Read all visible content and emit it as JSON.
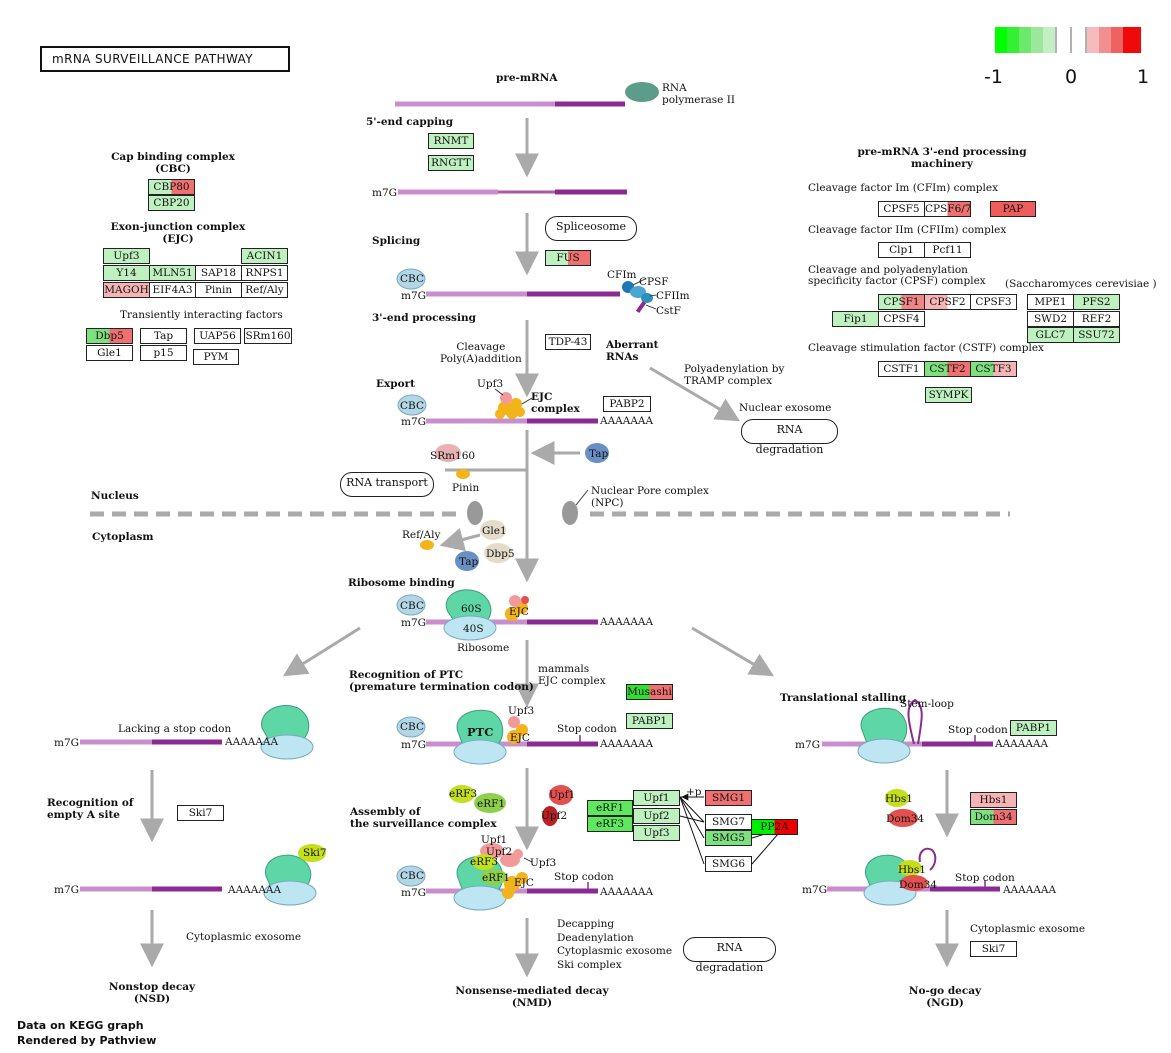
{
  "title": "mRNA SURVEILLANCE PATHWAY",
  "legend": {
    "min": "-1",
    "mid": "0",
    "max": "1",
    "colors": [
      "#00ff00",
      "#33f033",
      "#5fe85f",
      "#8ae38a",
      "#b0e8b0",
      "#ffffff",
      "#ffffff",
      "#f4b0b0",
      "#f08585",
      "#ef5c5c",
      "#f02d2d",
      "#ee0000"
    ]
  },
  "colors": {
    "green_light": "#bff0bf",
    "green_mid": "#7fe07f",
    "red_light": "#f5b5b5",
    "red_mid": "#ef7070",
    "purple_dark": "#8b2a90",
    "purple_light": "#c98fcc",
    "ribosome": "#5fd6a6",
    "ribosome_blue": "#bde6f2",
    "arrow": "#aaaaaa"
  },
  "labels": {
    "pre_mrna": "pre-mRNA",
    "rna_pol": "RNA\npolymerase II",
    "capping": "5'-end capping",
    "m7g": "m7G",
    "splicing": "Splicing",
    "spliceosome": "Spliceosome",
    "three_end": "3'-end processing",
    "cfim": "CFIm",
    "cpsf": "CPSF",
    "cfiim": "CFIIm",
    "cstf": "CstF",
    "cbc": "CBC",
    "cleavage": "Cleavage\nPoly(A)addition",
    "aberrant": "Aberrant\nRNAs",
    "polyad": "Polyadenylation by\nTRAMP complex",
    "nuclear_exosome": "Nuclear exosome",
    "rna_degradation": "RNA degradation",
    "export": "Export",
    "upf3": "Upf3",
    "ejc_complex": "EJC\ncomplex",
    "polya": "AAAAAAA",
    "tap": "Tap",
    "srm160": "SRm160",
    "pinin": "Pinin",
    "rna_transport": "RNA transport",
    "nucleus": "Nucleus",
    "cytoplasm": "Cytoplasm",
    "npc": "Nuclear Pore complex\n(NPC)",
    "gle1": "Gle1",
    "refaly": "Ref/Aly",
    "dbp5": "Dbp5",
    "ribo_binding": "Ribosome binding",
    "s60": "60S",
    "s40": "40S",
    "ribosome": "Ribosome",
    "ejc": "EJC",
    "recog_ptc": "Recognition of PTC\n(premature termination codon)",
    "mammals": "mammals\nEJC complex",
    "translational_stalling": "Translational stalling",
    "stem_loop": "Stem-loop",
    "lacking": "Lacking a stop codon",
    "stop_codon": "Stop codon",
    "ptc": "PTC",
    "recog_empty": "Recognition of\nempty A site",
    "assembly": "Assembly of\nthe surveillance complex",
    "erf3": "eRF3",
    "erf1": "eRF1",
    "upf1": "Upf1",
    "upf2": "Upf2",
    "hbs1": "Hbs1",
    "dom34": "Dom34",
    "ski7": "Ski7",
    "p": "+p",
    "cyto_exosome": "Cytoplasmic exosome",
    "decay_list": "Decapping\nDeadenylation\nCytoplasmic exosome\nSki complex",
    "nsd": "Nonstop decay\n(NSD)",
    "nmd": "Nonsense-mediated decay\n(NMD)",
    "ngd": "No-go decay\n(NGD)",
    "cbc_header": "Cap binding complex\n(CBC)",
    "ejc_header": "Exon-junction complex\n(EJC)",
    "transient": "Transiently interacting factors",
    "pre3_header": "pre-mRNA 3'-end processing\nmachinery",
    "cfim_complex": "Cleavage factor Im (CFIm) complex",
    "cfiim_complex": "Cleavage factor IIm (CFIIm) complex",
    "cpsf_complex": "Cleavage and polyadenylation\nspecificity factor (CPSF) complex",
    "yeast": "(Saccharomyces cerevisiae )",
    "cstf_complex": "Cleavage stimulation factor (CSTF) complex",
    "footer1": "Data on KEGG graph",
    "footer2": "Rendered by Pathview"
  },
  "genes": [
    {
      "id": "RNMT",
      "c": [
        "#bff0bf"
      ]
    },
    {
      "id": "RNGTT",
      "c": [
        "#bff0bf"
      ]
    },
    {
      "id": "FUS",
      "c": [
        "#bff0bf",
        "#ef7070"
      ]
    },
    {
      "id": "TDP-43",
      "c": [
        "#ffffff"
      ]
    },
    {
      "id": "PABP2",
      "c": [
        "#ffffff"
      ]
    },
    {
      "id": "CBP80",
      "c": [
        "#bff0bf",
        "#ef7070"
      ]
    },
    {
      "id": "CBP20",
      "c": [
        "#bff0bf"
      ]
    },
    {
      "id": "Upf3",
      "c": [
        "#bff0bf"
      ]
    },
    {
      "id": "ACIN1",
      "c": [
        "#bff0bf"
      ]
    },
    {
      "id": "Y14",
      "c": [
        "#bff0bf"
      ]
    },
    {
      "id": "MLN51",
      "c": [
        "#bff0bf"
      ]
    },
    {
      "id": "SAP18",
      "c": [
        "#ffffff"
      ]
    },
    {
      "id": "RNPS1",
      "c": [
        "#ffffff"
      ]
    },
    {
      "id": "MAGOH",
      "c": [
        "#f5b5b5"
      ]
    },
    {
      "id": "EIF4A3",
      "c": [
        "#ffffff"
      ]
    },
    {
      "id": "Pinin",
      "c": [
        "#ffffff"
      ]
    },
    {
      "id": "Ref/Aly",
      "c": [
        "#ffffff"
      ]
    },
    {
      "id": "Dbp5",
      "c": [
        "#7fe07f",
        "#ef7070"
      ]
    },
    {
      "id": "Tap",
      "c": [
        "#ffffff"
      ]
    },
    {
      "id": "UAP56",
      "c": [
        "#ffffff"
      ]
    },
    {
      "id": "SRm160",
      "c": [
        "#ffffff"
      ]
    },
    {
      "id": "Gle1",
      "c": [
        "#ffffff"
      ]
    },
    {
      "id": "p15",
      "c": [
        "#ffffff"
      ]
    },
    {
      "id": "PYM",
      "c": [
        "#ffffff"
      ]
    },
    {
      "id": "CPSF5",
      "c": [
        "#ffffff"
      ]
    },
    {
      "id": "CPSF6/7",
      "c": [
        "#ffffff",
        "#ef7070"
      ]
    },
    {
      "id": "PAP",
      "c": [
        "#ef5c5c"
      ]
    },
    {
      "id": "Clp1",
      "c": [
        "#ffffff"
      ]
    },
    {
      "id": "Pcf11",
      "c": [
        "#ffffff"
      ]
    },
    {
      "id": "CPSF1",
      "c": [
        "#bff0bf",
        "#f08585"
      ]
    },
    {
      "id": "CPSF2",
      "c": [
        "#f5b5b5",
        "#ffffff"
      ]
    },
    {
      "id": "CPSF3",
      "c": [
        "#ffffff"
      ]
    },
    {
      "id": "MPE1",
      "c": [
        "#ffffff"
      ]
    },
    {
      "id": "PFS2",
      "c": [
        "#bff0bf"
      ]
    },
    {
      "id": "Fip1",
      "c": [
        "#bff0bf"
      ]
    },
    {
      "id": "CPSF4",
      "c": [
        "#ffffff"
      ]
    },
    {
      "id": "SWD2",
      "c": [
        "#ffffff"
      ]
    },
    {
      "id": "REF2",
      "c": [
        "#ffffff"
      ]
    },
    {
      "id": "GLC7",
      "c": [
        "#bff0bf"
      ]
    },
    {
      "id": "SSU72",
      "c": [
        "#bff0bf"
      ]
    },
    {
      "id": "CSTF1",
      "c": [
        "#ffffff"
      ]
    },
    {
      "id": "CSTF2",
      "c": [
        "#7fe07f",
        "#ef7070"
      ]
    },
    {
      "id": "CSTF3",
      "c": [
        "#7fe07f",
        "#f5b5b5"
      ]
    },
    {
      "id": "SYMPK",
      "c": [
        "#bff0bf"
      ]
    },
    {
      "id": "Musashi",
      "c": [
        "#33dd33",
        "#ef7070"
      ]
    },
    {
      "id": "PABP1",
      "c": [
        "#bff0bf"
      ]
    },
    {
      "id": "PABP1",
      "c": [
        "#bff0bf"
      ]
    },
    {
      "id": "Ski7",
      "c": [
        "#ffffff"
      ]
    },
    {
      "id": "eRF1",
      "c": [
        "#5fe85f"
      ]
    },
    {
      "id": "eRF3",
      "c": [
        "#5fe85f"
      ]
    },
    {
      "id": "Upf1",
      "c": [
        "#bff0bf"
      ]
    },
    {
      "id": "Upf2",
      "c": [
        "#bff0bf"
      ]
    },
    {
      "id": "Upf3",
      "c": [
        "#bff0bf"
      ]
    },
    {
      "id": "SMG1",
      "c": [
        "#ef7070"
      ]
    },
    {
      "id": "SMG7",
      "c": [
        "#ffffff"
      ]
    },
    {
      "id": "SMG5",
      "c": [
        "#7fe07f"
      ]
    },
    {
      "id": "PP2A",
      "c": [
        "#00ee00",
        "#ee0000"
      ]
    },
    {
      "id": "SMG6",
      "c": [
        "#ffffff"
      ]
    },
    {
      "id": "Hbs1",
      "c": [
        "#f5b5b5"
      ]
    },
    {
      "id": "Dom34",
      "c": [
        "#7fe07f",
        "#ef7070"
      ]
    },
    {
      "id": "Ski7",
      "c": [
        "#ffffff"
      ]
    }
  ]
}
